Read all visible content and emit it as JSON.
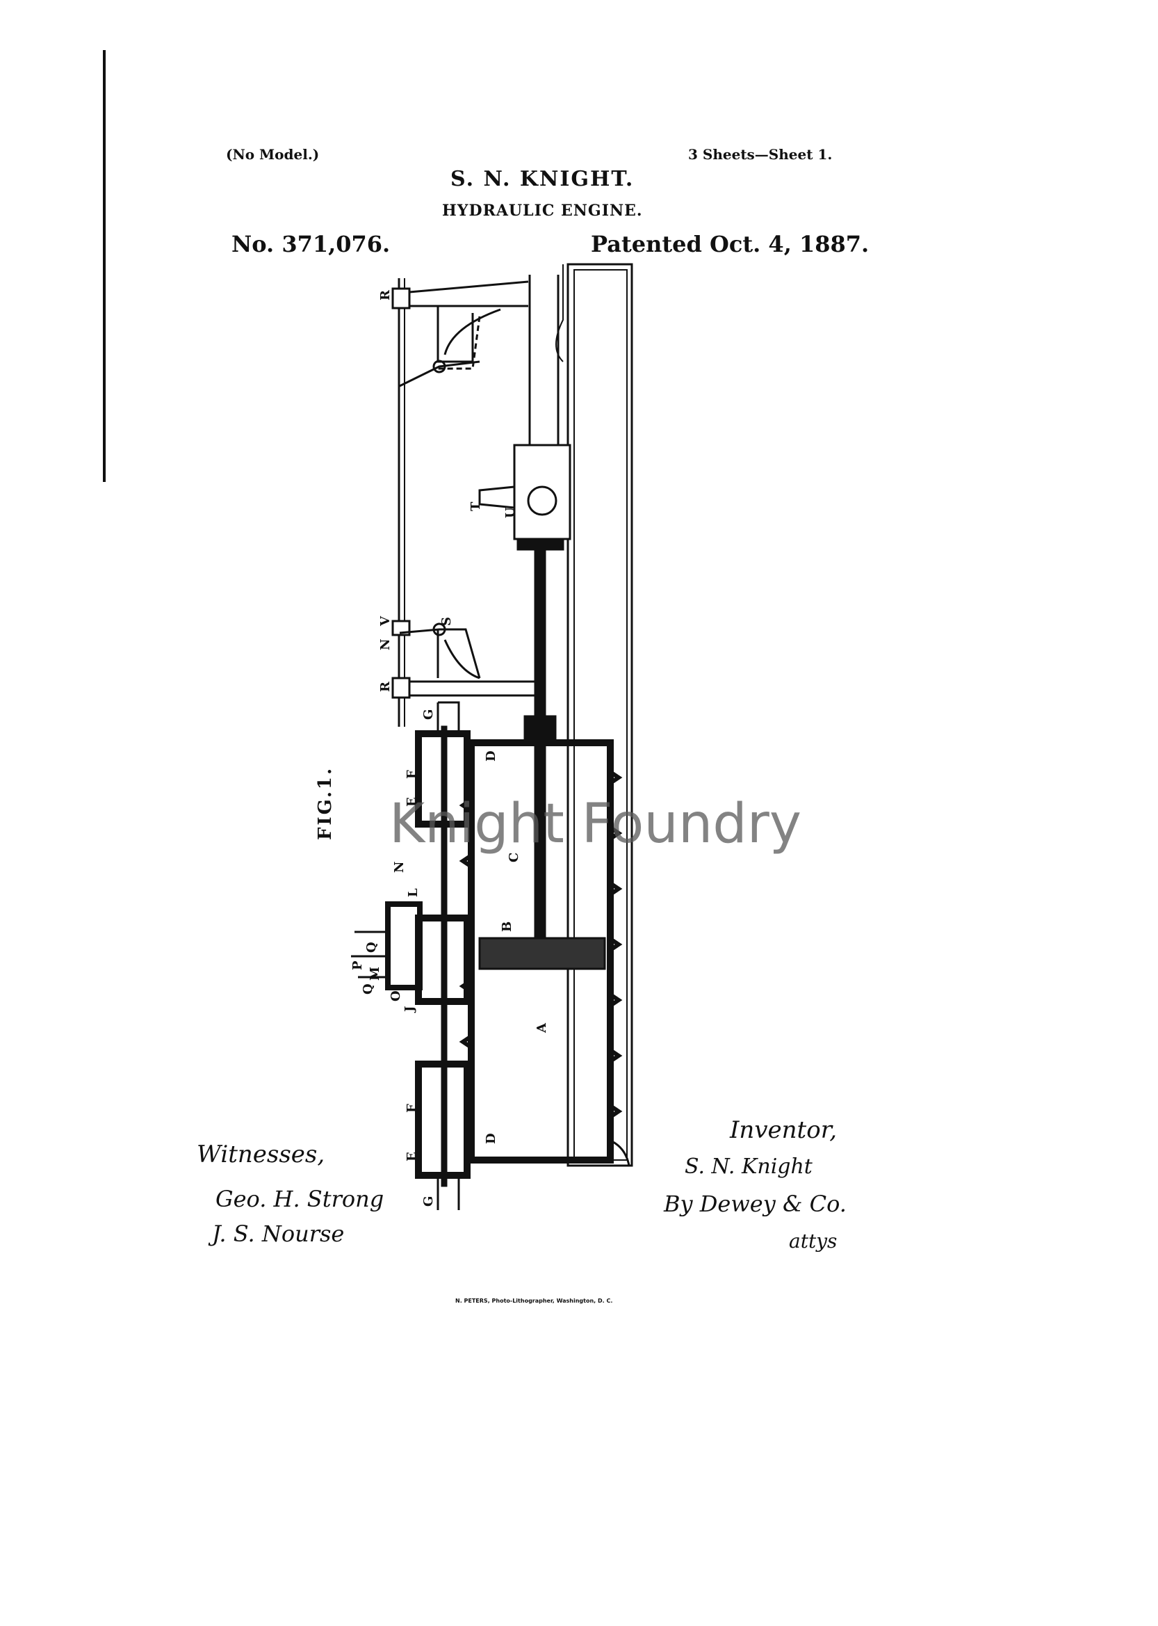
{
  "header": {
    "model_note": "(No Model.)",
    "sheets": "3 Sheets—Sheet 1.",
    "inventor_name": "S. N. KNIGHT.",
    "title": "HYDRAULIC ENGINE.",
    "patent_number": "No. 371,076.",
    "patent_date": "Patented Oct. 4, 1887."
  },
  "drawing": {
    "figure_label": "FIG.1.",
    "part_labels": [
      "R",
      "V",
      "N",
      "S",
      "R",
      "T",
      "U",
      "G",
      "G",
      "D",
      "D",
      "E",
      "E",
      "F",
      "F",
      "B",
      "C",
      "A",
      "N",
      "L",
      "J",
      "O",
      "Q",
      "P",
      "M",
      "Q"
    ]
  },
  "watermark": "Knight Foundry",
  "witnesses": {
    "heading": "Witnesses,",
    "signatures": [
      "Geo. H. Strong",
      "J. S. Nourse"
    ]
  },
  "inventor": {
    "heading": "Inventor,",
    "signature": "S. N. Knight",
    "by_line": "By Dewey & Co.",
    "attys": "attys"
  },
  "footer": "N. PETERS, Photo-Lithographer, Washington, D. C."
}
